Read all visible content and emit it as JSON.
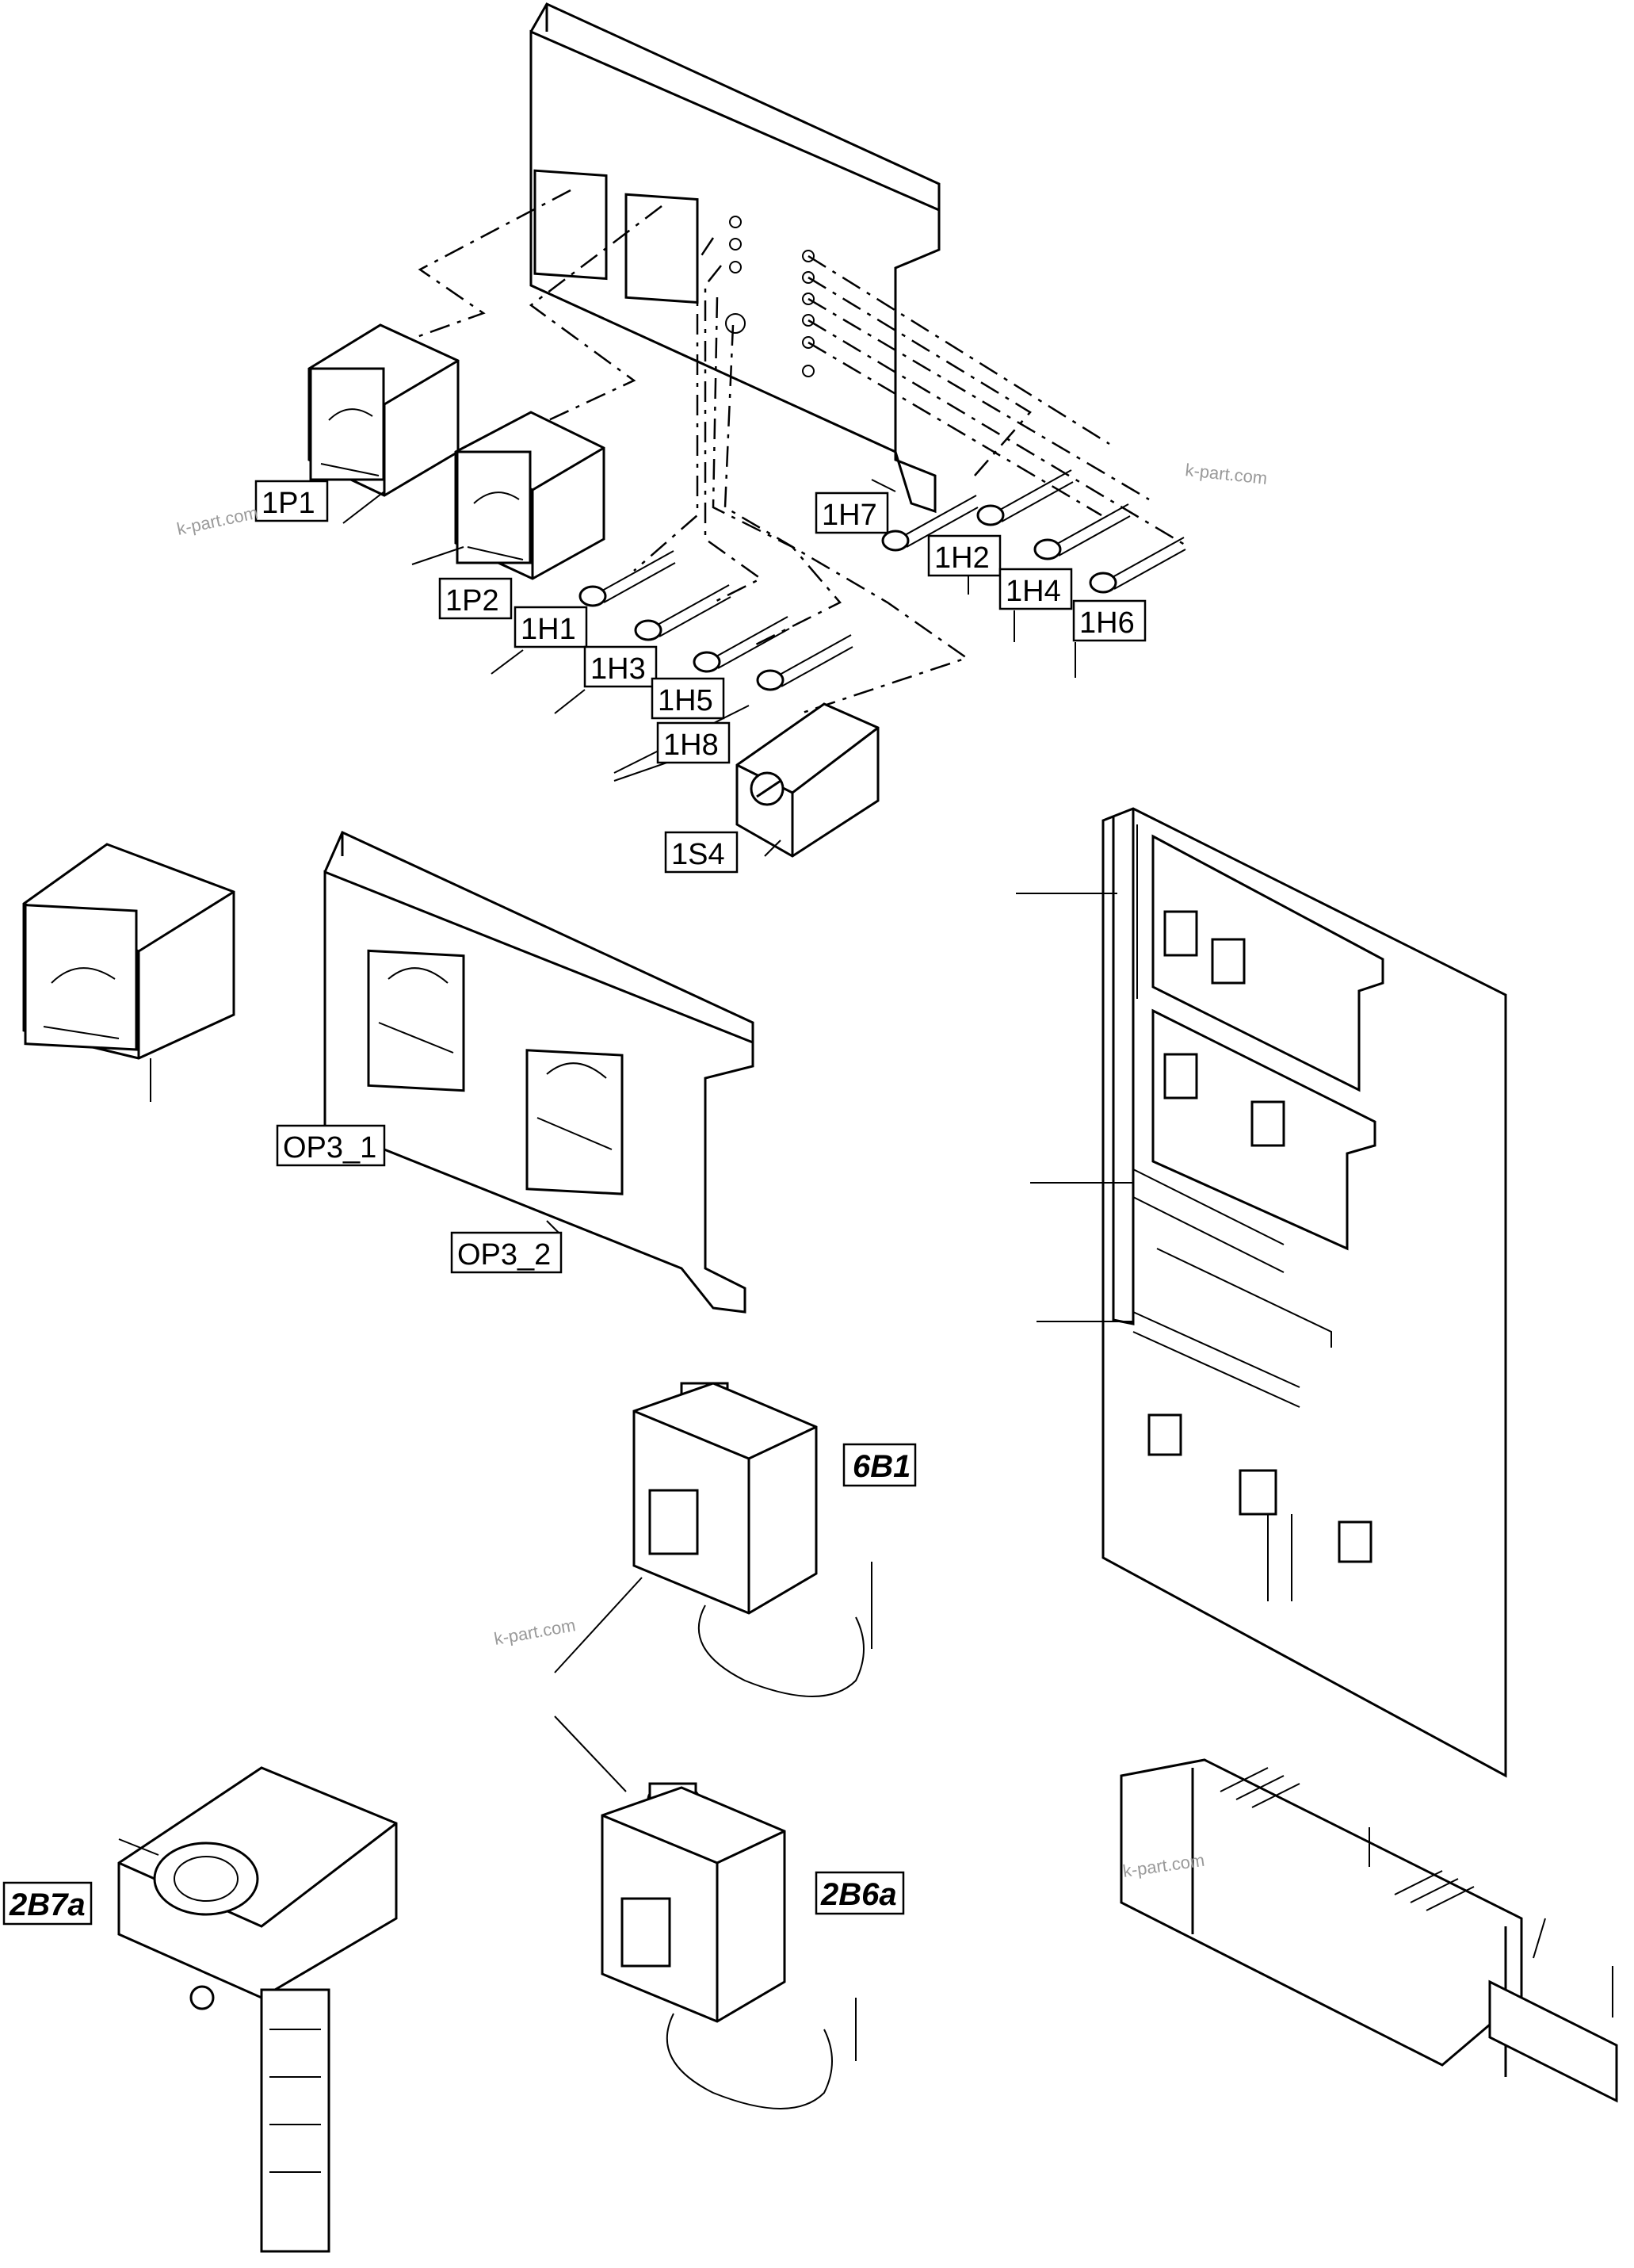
{
  "labels": {
    "p1": "1P1",
    "p2": "1P2",
    "h1": "1H1",
    "h2": "1H2",
    "h3": "1H3",
    "h4": "1H4",
    "h5": "1H5",
    "h6": "1H6",
    "h7": "1H7",
    "h8": "1H8",
    "s4": "1S4",
    "op3_1": "OP3_1",
    "op3_2": "OP3_2",
    "b6_1": "6B1",
    "b7a": "2B7a",
    "b6a": "2B6a"
  },
  "watermark": "k-part.com"
}
